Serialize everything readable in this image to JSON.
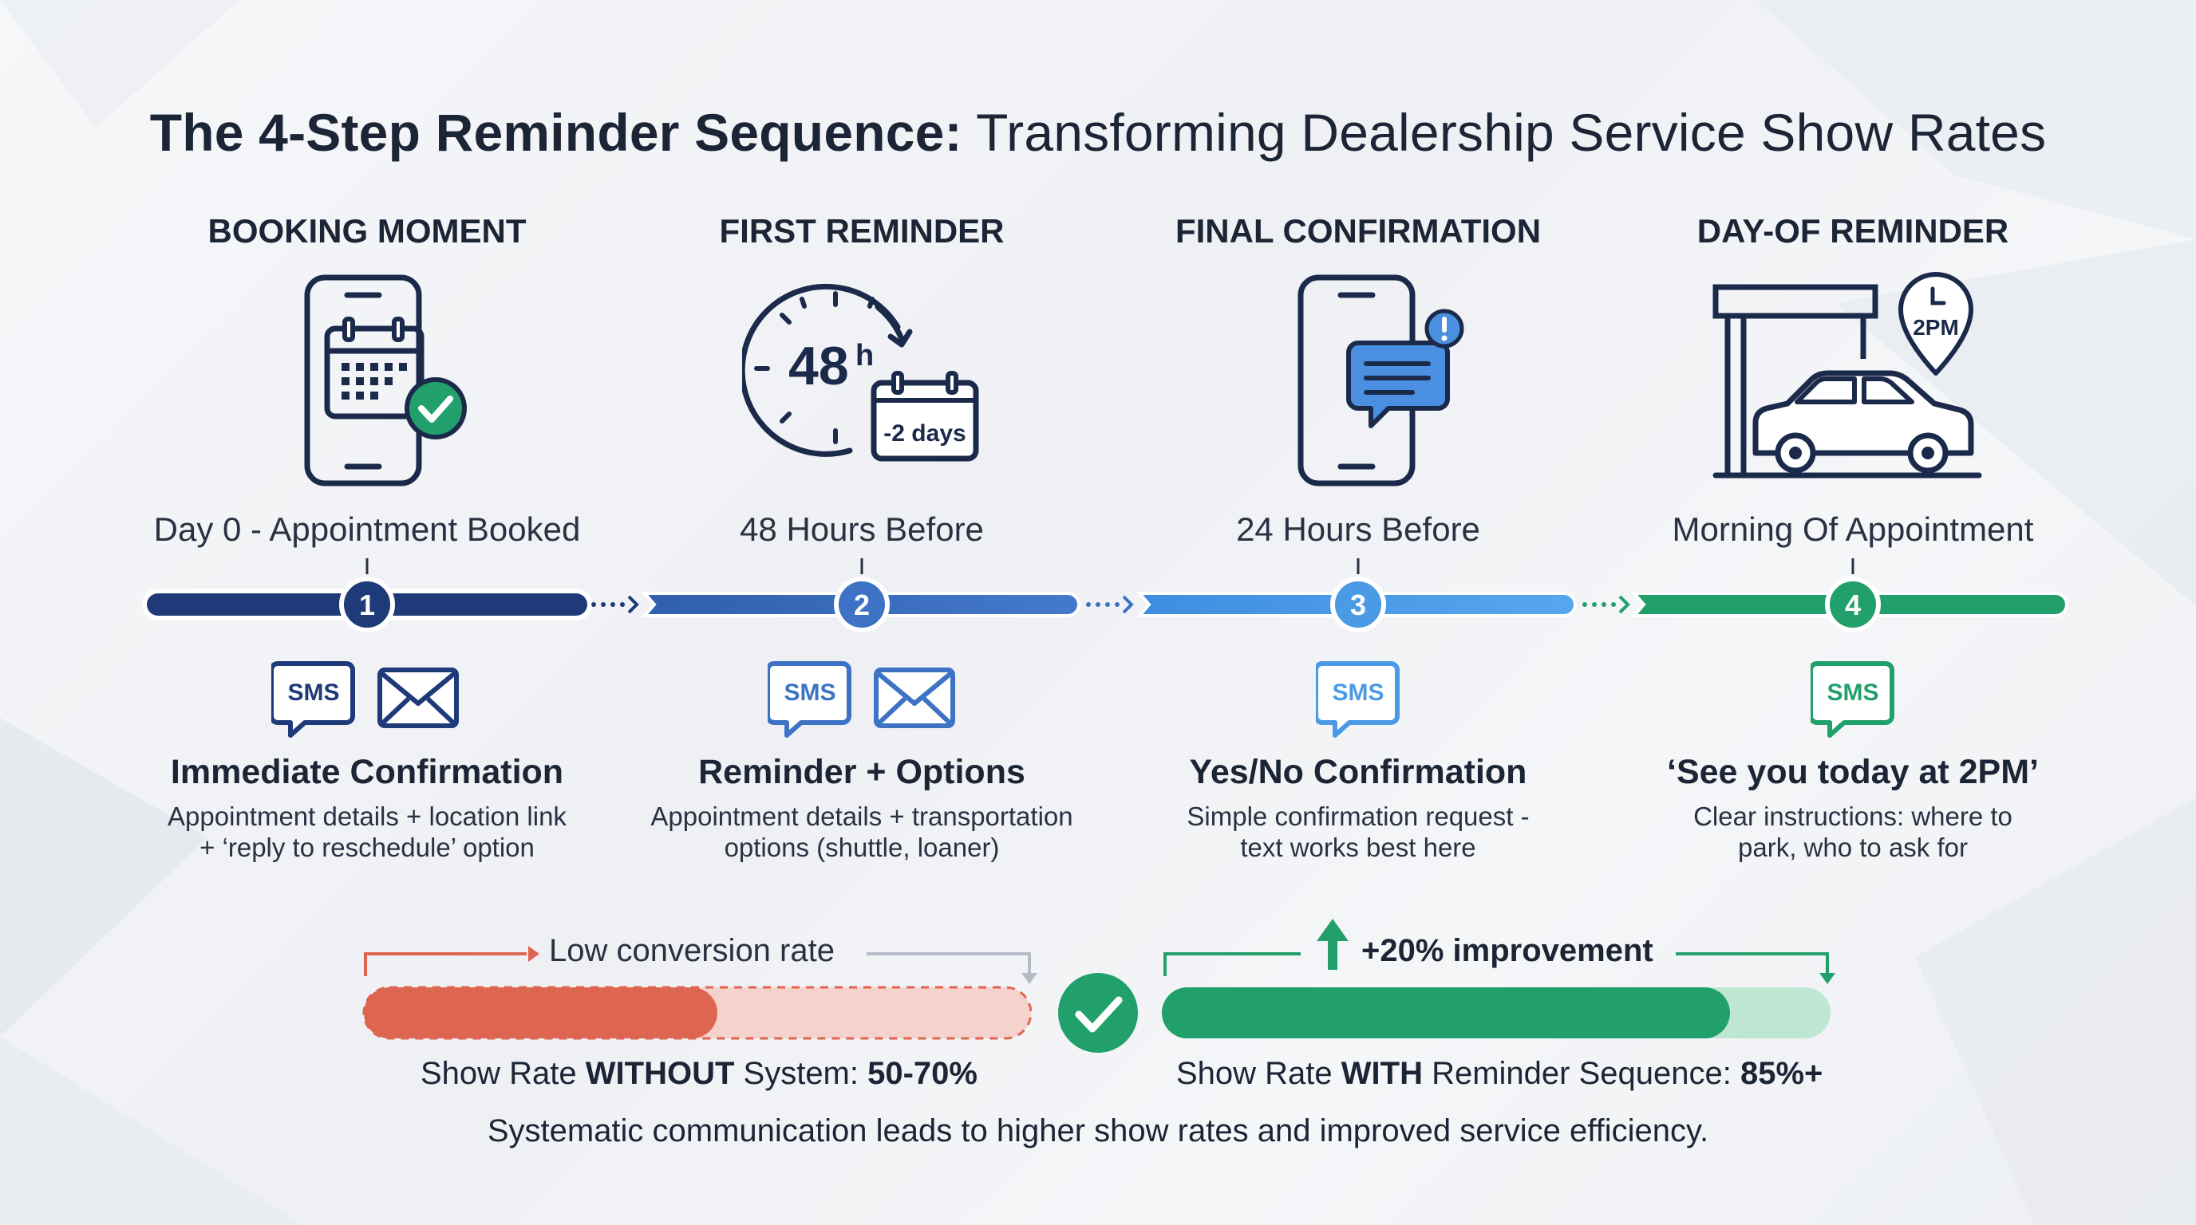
{
  "title": {
    "bold": "The 4-Step Reminder Sequence:",
    "rest": "Transforming Dealership Service Show Rates"
  },
  "steps": [
    {
      "number": "1",
      "title": "BOOKING MOMENT",
      "time": "Day 0 - Appointment Booked",
      "heading": "Immediate Confirmation",
      "desc_line1": "Appointment details + location link",
      "desc_line2": "+ ‘reply to reschedule’ option",
      "channels": [
        "SMS",
        "email"
      ],
      "color": "#1e3a78",
      "icon": "phone-calendar-check-icon"
    },
    {
      "number": "2",
      "title": "FIRST REMINDER",
      "time": "48 Hours Before",
      "heading": "Reminder + Options",
      "desc_line1": "Appointment details + transportation",
      "desc_line2": "options (shuttle, loaner)",
      "channels": [
        "SMS",
        "email"
      ],
      "color": "#3d72c4",
      "icon": "clock-48h-calendar-icon",
      "icon_text_main": "48",
      "icon_text_sup": "h",
      "icon_text_cal": "-2 days"
    },
    {
      "number": "3",
      "title": "FINAL CONFIRMATION",
      "time": "24 Hours Before",
      "heading": "Yes/No Confirmation",
      "desc_line1": "Simple confirmation request -",
      "desc_line2": "text works best here",
      "channels": [
        "SMS"
      ],
      "color": "#4a9ae6",
      "icon": "phone-message-alert-icon"
    },
    {
      "number": "4",
      "title": "DAY-OF REMINDER",
      "time": "Morning Of Appointment",
      "heading": "‘See you today at 2PM’",
      "desc_line1": "Clear instructions: where to",
      "desc_line2": "park, who to ask for",
      "channels": [
        "SMS"
      ],
      "color": "#22a06b",
      "icon": "garage-car-pin-icon",
      "icon_text_pin": "2PM"
    }
  ],
  "sms_label": "SMS",
  "comparison": {
    "low_label": "Low conversion rate",
    "improvement_label": "+20% improvement",
    "without": {
      "prefix": "Show Rate ",
      "bold": "WITHOUT",
      "middle": " System: ",
      "value": "50-70%",
      "fill_fraction": 0.53,
      "color": "#de6650"
    },
    "with": {
      "prefix": "Show Rate ",
      "bold": "WITH",
      "middle": " Reminder Sequence: ",
      "value": "85%+",
      "fill_fraction": 0.85,
      "color": "#22a06b"
    }
  },
  "footer": "Systematic communication leads to higher show rates and improved service efficiency."
}
